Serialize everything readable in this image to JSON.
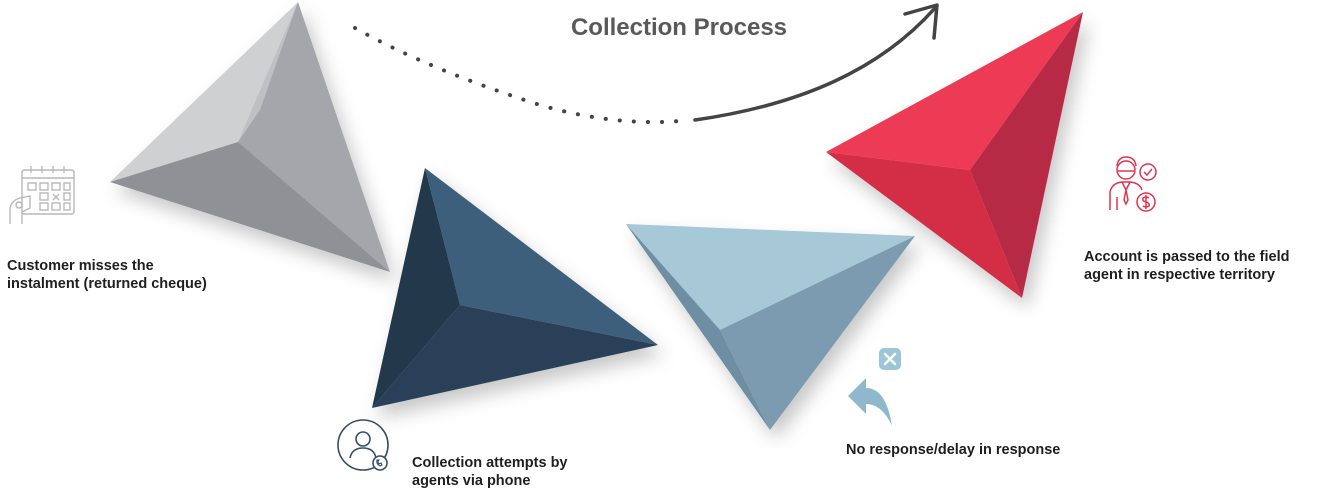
{
  "title": "Collection Process",
  "steps": [
    {
      "label_line1": "Customer misses the",
      "label_line2": "instalment (returned cheque)",
      "icon": "calendar-icon",
      "color": "#a7a9ae"
    },
    {
      "label_line1": "Collection attempts by",
      "label_line2": "agents via phone",
      "icon": "phone-agent-icon",
      "color": "#2f4a63"
    },
    {
      "label": "No response/delay in response",
      "icon": "reply-cancel-icon",
      "color": "#8fb1c2"
    },
    {
      "label_line1": "Account is passed to the field",
      "label_line2": "agent in respective territory",
      "icon": "field-agent-icon",
      "color": "#e23a55"
    }
  ],
  "colors": {
    "title": "#595959",
    "text": "#1f1f1f",
    "arrow_connector": "#444444",
    "icon_red": "#e0344f",
    "icon_blue": "#8fb8cc",
    "icon_navy": "#344e68",
    "icon_grey": "#b8b8b8"
  }
}
